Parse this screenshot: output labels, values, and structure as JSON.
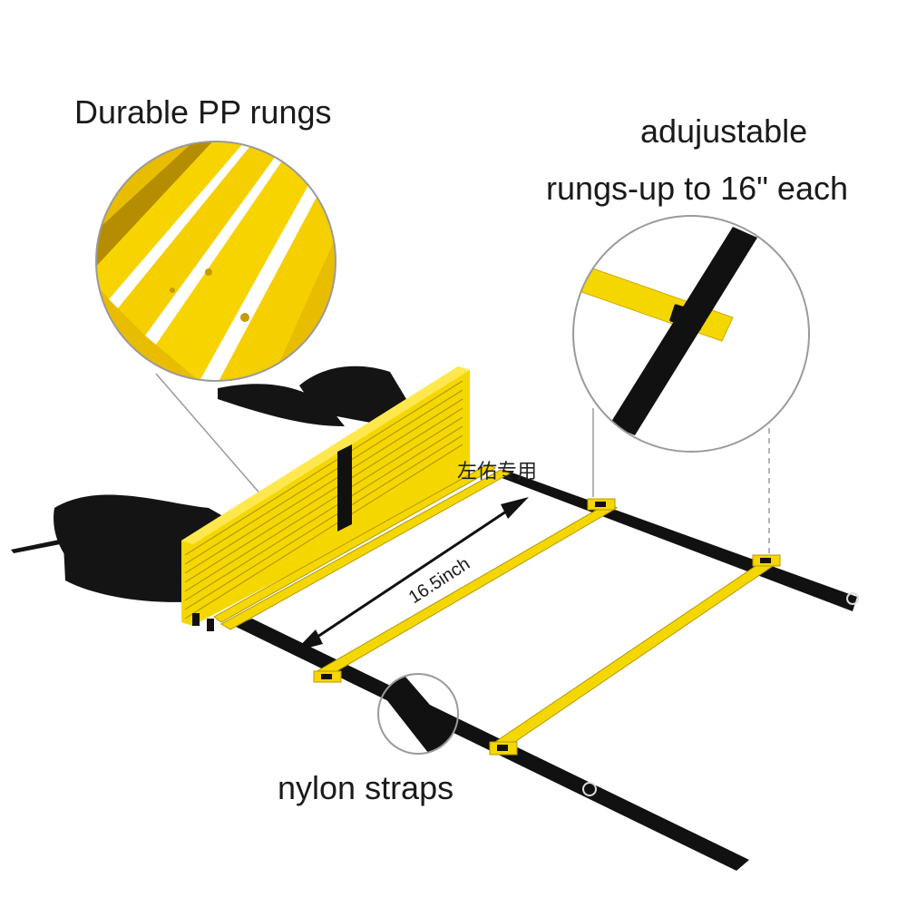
{
  "labels": {
    "rungs": "Durable PP rungs",
    "adjustable_line1": "adujustable",
    "adjustable_line2": "rungs-up to 16\" each",
    "nylon": "nylon straps",
    "measure": "16.5inch",
    "watermark": "左佑专用"
  },
  "colors": {
    "rung_yellow": "#f5d700",
    "rung_dark": "#b69a00",
    "strap_black": "#111111",
    "callout_gray": "#9a9a9a"
  }
}
